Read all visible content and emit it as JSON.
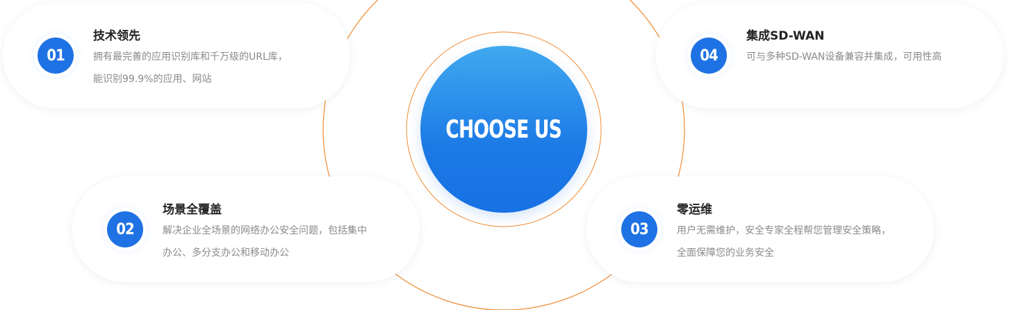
{
  "center": {
    "label": "CHOOSE US"
  },
  "colors": {
    "accent_blue": "#1f72e4",
    "ring_orange": "#f08a2f",
    "title_text": "#222222",
    "desc_text": "#8a8a8a"
  },
  "features": [
    {
      "number": "01",
      "title": "技术领先",
      "desc_lines": [
        "拥有最完善的应用识别库和千万级的URL库，",
        "能识别99.9%的应用、网站"
      ]
    },
    {
      "number": "02",
      "title": "场景全覆盖",
      "desc_lines": [
        "解决企业全场景的网络办公安全问题，包括集中",
        "办公、多分支办公和移动办公"
      ]
    },
    {
      "number": "03",
      "title": "零运维",
      "desc_lines": [
        "用户无需维护，安全专家全程帮您管理安全策略，",
        "全面保障您的业务安全"
      ]
    },
    {
      "number": "04",
      "title": "集成SD-WAN",
      "desc_lines": [
        "可与多种SD-WAN设备兼容并集成，可用性高"
      ]
    }
  ]
}
